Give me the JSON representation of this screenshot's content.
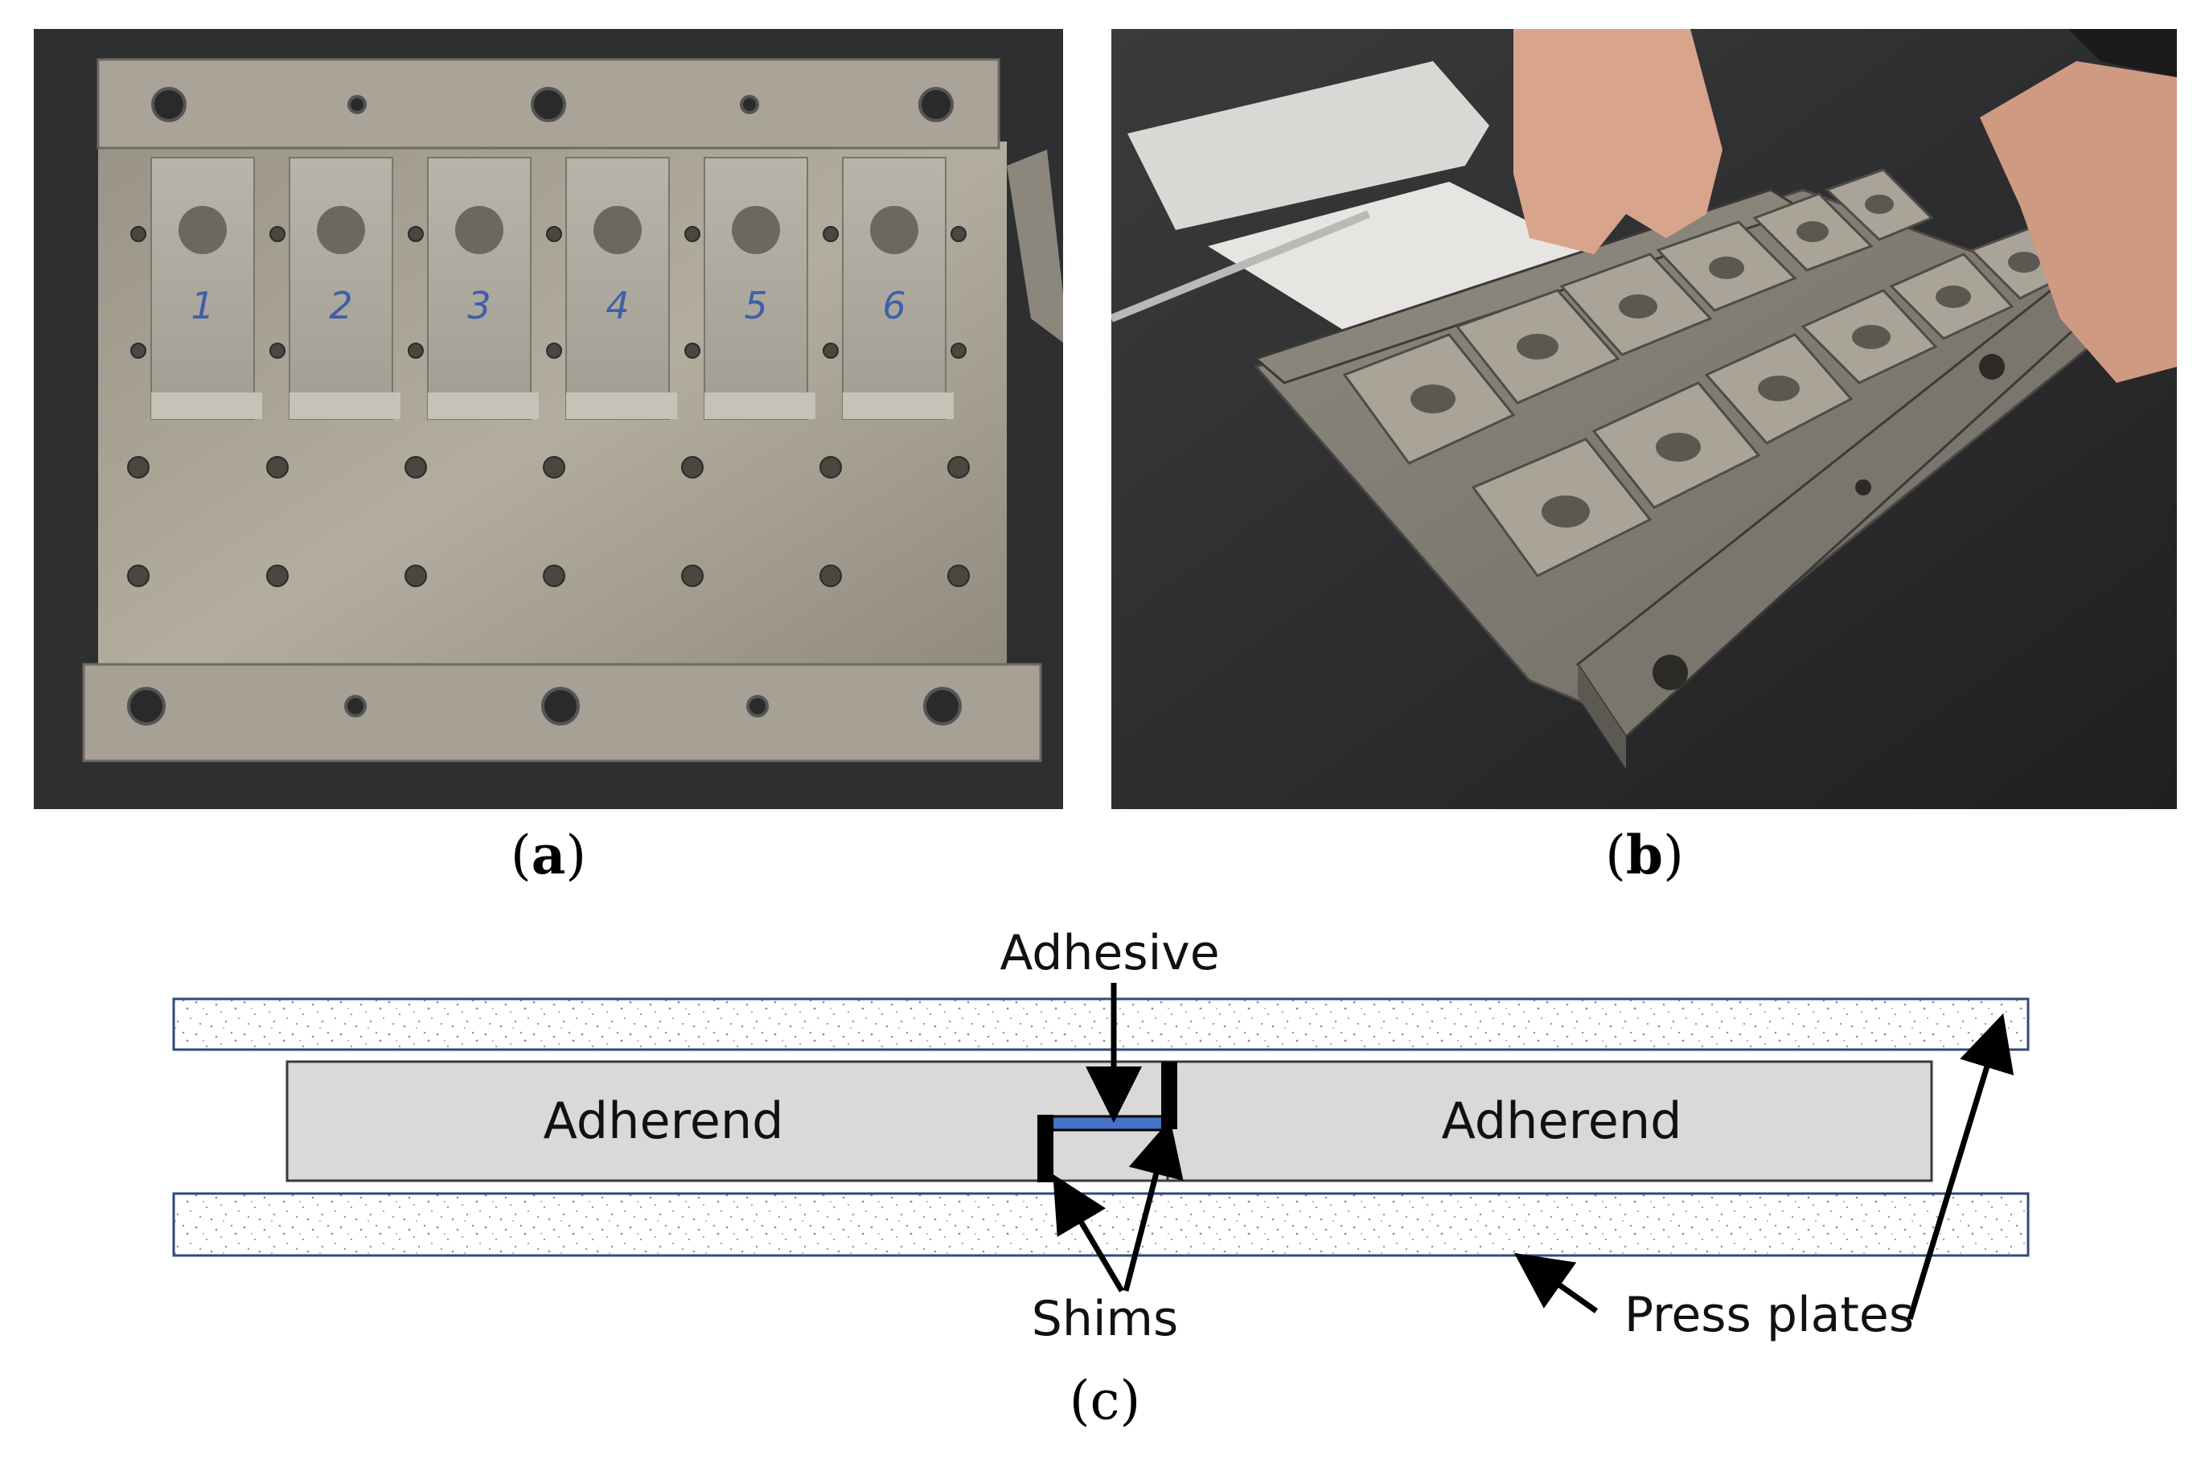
{
  "panels": {
    "a": {
      "label": "(a)",
      "letter": "a"
    },
    "b": {
      "label": "(b)",
      "letter": "b"
    },
    "c": {
      "label": "(c)",
      "letter": "c"
    }
  },
  "photo_a": {
    "block_numbers": [
      "1",
      "2",
      "3",
      "4",
      "5",
      "6"
    ]
  },
  "diagram": {
    "adhesive_label": "Adhesive",
    "adherend_left_label": "Adherend",
    "adherend_right_label": "Adherend",
    "shims_label": "Shims",
    "press_plates_label": "Press plates",
    "colors": {
      "adhesive": "#4472c4",
      "adherend_fill": "#d9d9d9",
      "plate_border": "#2f4a7a",
      "shim": "#000000"
    }
  }
}
